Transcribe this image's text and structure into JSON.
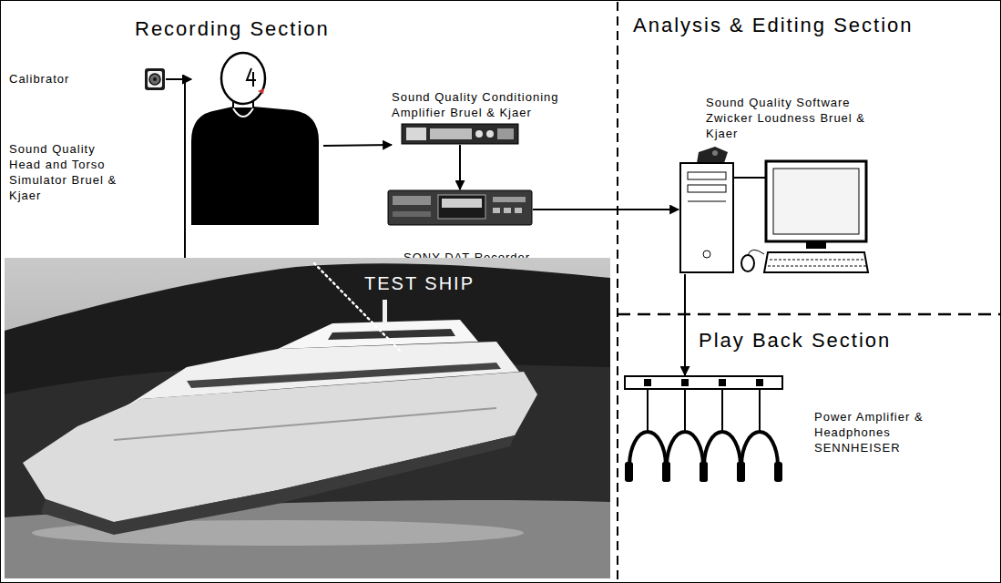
{
  "diagram": {
    "nodes": [
      {
        "text": [
          "Recording Section"
        ]
      },
      {
        "text": [
          "Calibrator"
        ],
        "in": 0
      },
      {
        "text": [
          "Sound Quality Head and Torso Simulator Bruel & Kjaer"
        ],
        "in": 0
      },
      {
        "text": [
          "Sound Quality Conditioning Amplifier Bruel & Kjaer"
        ],
        "in": 0
      },
      {
        "text": [
          "SONY DAT Recorder"
        ],
        "in": 0
      },
      {
        "text": [
          "TEST SHIP"
        ],
        "in": 0
      },
      {
        "text": [
          "Analysis & Editing Section"
        ]
      },
      {
        "text": [
          "Sound Quality Software Zwicker Loudness Bruel & Kjaer"
        ],
        "in": 6
      },
      {
        "text": [
          "Play Back Section"
        ]
      },
      {
        "text": [
          "Power Amplifier & Headphones SENNHEISER"
        ],
        "in": 8
      }
    ],
    "edges": [
      {
        "from": 1,
        "to": 2,
        "arrow": "to"
      },
      {
        "from": 5,
        "to": 2,
        "arrow": "to"
      },
      {
        "from": 2,
        "to": 3,
        "arrow": "to"
      },
      {
        "from": 3,
        "to": 4,
        "arrow": "to"
      },
      {
        "from": 4,
        "to": 7,
        "arrow": "to"
      },
      {
        "from": 7,
        "to": 9,
        "arrow": "to"
      }
    ]
  }
}
